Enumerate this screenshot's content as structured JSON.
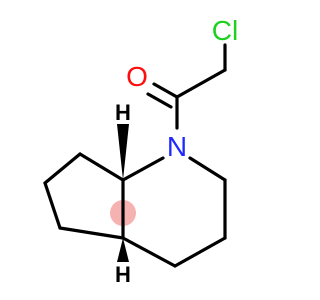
{
  "colors": {
    "background": "#ffffff",
    "bond": "#000000",
    "chlorine": "#1fd11f",
    "oxygen": "#ff0d0d",
    "nitrogen": "#1f28ff",
    "hydrogen": "#000000",
    "stereo_highlight": "#f4a3a3"
  },
  "atoms": {
    "chlorine": "Cl",
    "oxygen": "O",
    "nitrogen": "N",
    "hydrogen_top": "H",
    "hydrogen_bottom": "H"
  }
}
